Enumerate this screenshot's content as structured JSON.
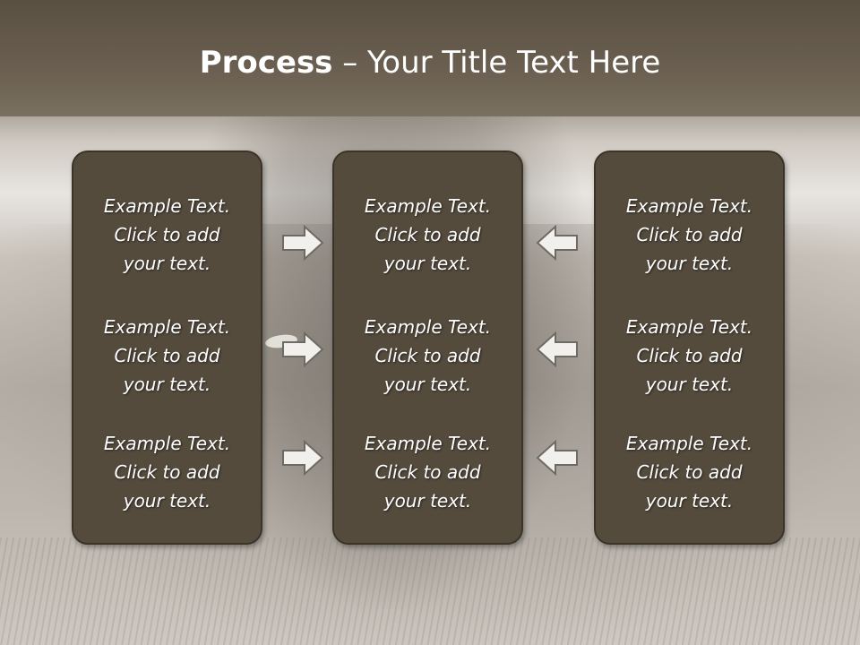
{
  "title": {
    "bold": "Process",
    "rest": " – Your Title Text Here"
  },
  "columns": [
    {
      "items": [
        [
          "Example Text.",
          "Click  to add",
          "your text."
        ],
        [
          "Example Text.",
          "Click  to add",
          "your text."
        ],
        [
          "Example Text.",
          "Click  to add",
          "your text."
        ]
      ]
    },
    {
      "items": [
        [
          "Example Text.",
          "Click  to add",
          "your text."
        ],
        [
          "Example Text.",
          "Click  to add",
          "your text."
        ],
        [
          "Example Text.",
          "Click  to add",
          "your text."
        ]
      ]
    },
    {
      "items": [
        [
          "Example Text.",
          "Click  to add",
          "your text."
        ],
        [
          "Example Text.",
          "Click  to add",
          "your text."
        ],
        [
          "Example Text.",
          "Click  to add",
          "your text."
        ]
      ]
    }
  ],
  "arrows": {
    "left_group": "right-arrow-icon",
    "right_group": "left-arrow-icon"
  },
  "colors": {
    "title_band": "#6a5f50",
    "box_fill": "#544b3d",
    "text": "#ffffff",
    "arrow_fill": "#f2f0ec",
    "arrow_stroke": "#6e6a64"
  }
}
